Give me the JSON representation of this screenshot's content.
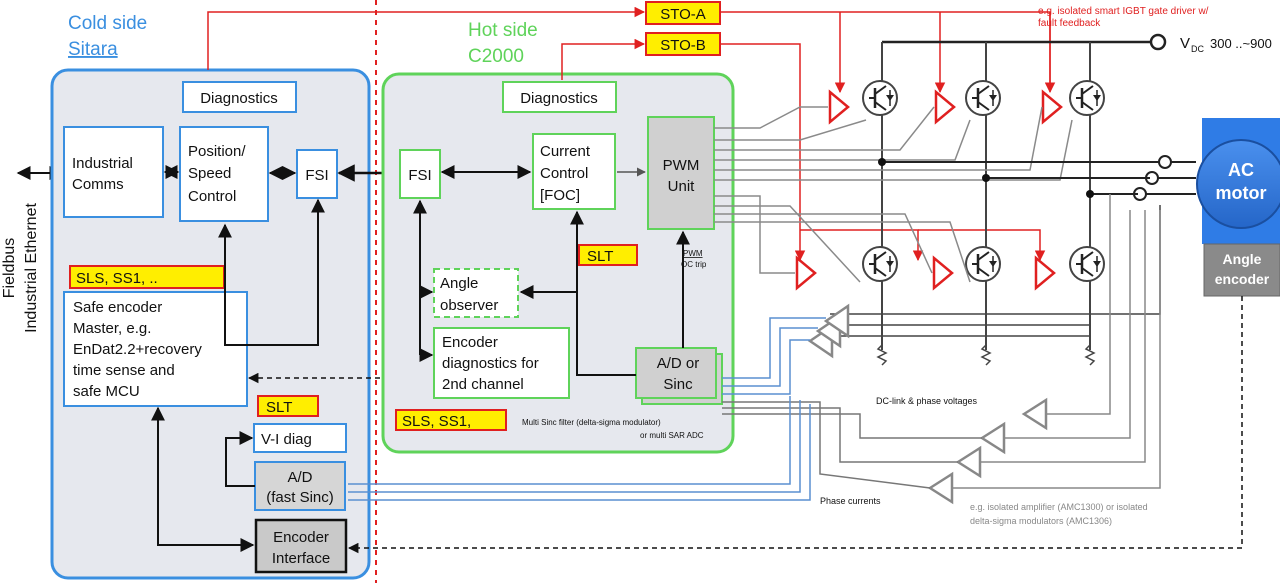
{
  "cold": {
    "title1": "Cold side",
    "title2": "Sitara",
    "diagnostics": "Diagnostics",
    "industrial_comms": [
      "Industrial",
      "Comms"
    ],
    "position_speed": [
      "Position/",
      "Speed",
      "Control"
    ],
    "fsi": "FSI",
    "safety_tag": "SLS, SS1, ..",
    "safe_encoder": [
      "Safe encoder",
      "Master, e.g.",
      "EnDat2.2+recovery",
      "time sense and",
      "safe MCU"
    ],
    "slt": "SLT",
    "vi_diag": "V-I  diag",
    "ad_fast": [
      "A/D",
      "(fast Sinc)"
    ],
    "encoder_interface": [
      "Encoder",
      "Interface"
    ]
  },
  "hot": {
    "title1": "Hot side",
    "title2": "C2000",
    "diagnostics": "Diagnostics",
    "fsi": "FSI",
    "current_control": [
      "Current",
      "Control",
      "[FOC]"
    ],
    "pwm_unit": [
      "PWM",
      "Unit"
    ],
    "slt": "SLT",
    "pwm_label": [
      "PWM",
      "OC trip"
    ],
    "angle_observer": [
      "Angle",
      "observer"
    ],
    "encoder_diag": [
      "Encoder",
      "diagnostics for",
      "2nd channel"
    ],
    "ad_sinc": [
      "A/D or",
      "Sinc"
    ],
    "safety_tag": "SLS, SS1,",
    "sinc_note": [
      "Multi Sinc filter (delta-sigma modulator)",
      "or multi SAR ADC"
    ]
  },
  "side": {
    "fieldbus": "Fieldbus",
    "ethernet": "Industrial  Ethernet"
  },
  "power": {
    "sto_a": "STO-A",
    "sto_b": "STO-B",
    "gate_note": [
      "e.g. isolated smart IGBT gate driver w/",
      "fault feedback"
    ],
    "vdc_main": "V",
    "vdc_sub": "DC",
    "vdc_range": "300 ..~900",
    "motor": [
      "AC",
      "motor"
    ],
    "angle_encoder": [
      "Angle",
      "encoder"
    ],
    "dclink": "DC-link & phase voltages",
    "phase_currents": "Phase currents",
    "amp_note": [
      "e.g. isolated amplifier (AMC1300) or isolated",
      "delta-sigma modulators (AMC1306)"
    ]
  },
  "colors": {
    "cold_border": "#3a8fe0",
    "hot_border": "#5fd35a",
    "red": "#e02020",
    "yellow": "#ffee00",
    "motor_blue": "#2f7ce6"
  }
}
